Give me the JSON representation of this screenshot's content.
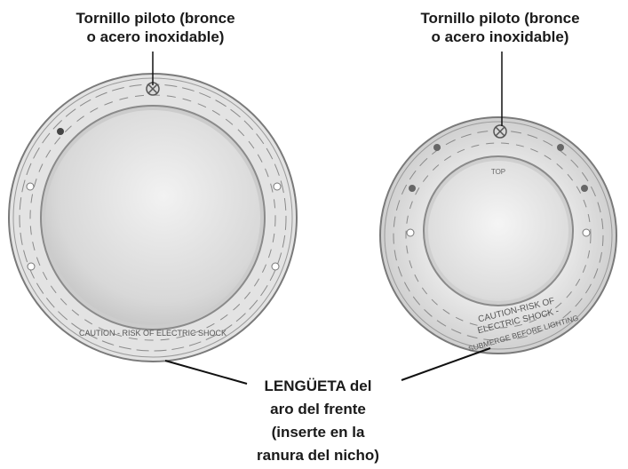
{
  "labels": {
    "left_screw": "Tornillo piloto (bronce\no acero inoxidable)",
    "right_screw": "Tornillo piloto (bronce\no acero inoxidable)",
    "tab_note": "LENGÜETA del\naro del frente\n(inserte en la\nranura del nicho)"
  },
  "ring_text": {
    "left_caution": "CAUTION - RISK OF ELECTRIC SHOCK",
    "right_caution_1": "CAUTION-RISK OF",
    "right_caution_2": "ELECTRIC SHOCK -",
    "right_caution_3": "SUBMERGE BEFORE LIGHTING",
    "right_top_mark": "TOP"
  },
  "colors": {
    "ring_fill": "#e4e4e4",
    "ring_stroke": "#6a6a6a",
    "lens": "#d6d6d6",
    "background": "#ffffff",
    "leader_line": "#111111"
  }
}
